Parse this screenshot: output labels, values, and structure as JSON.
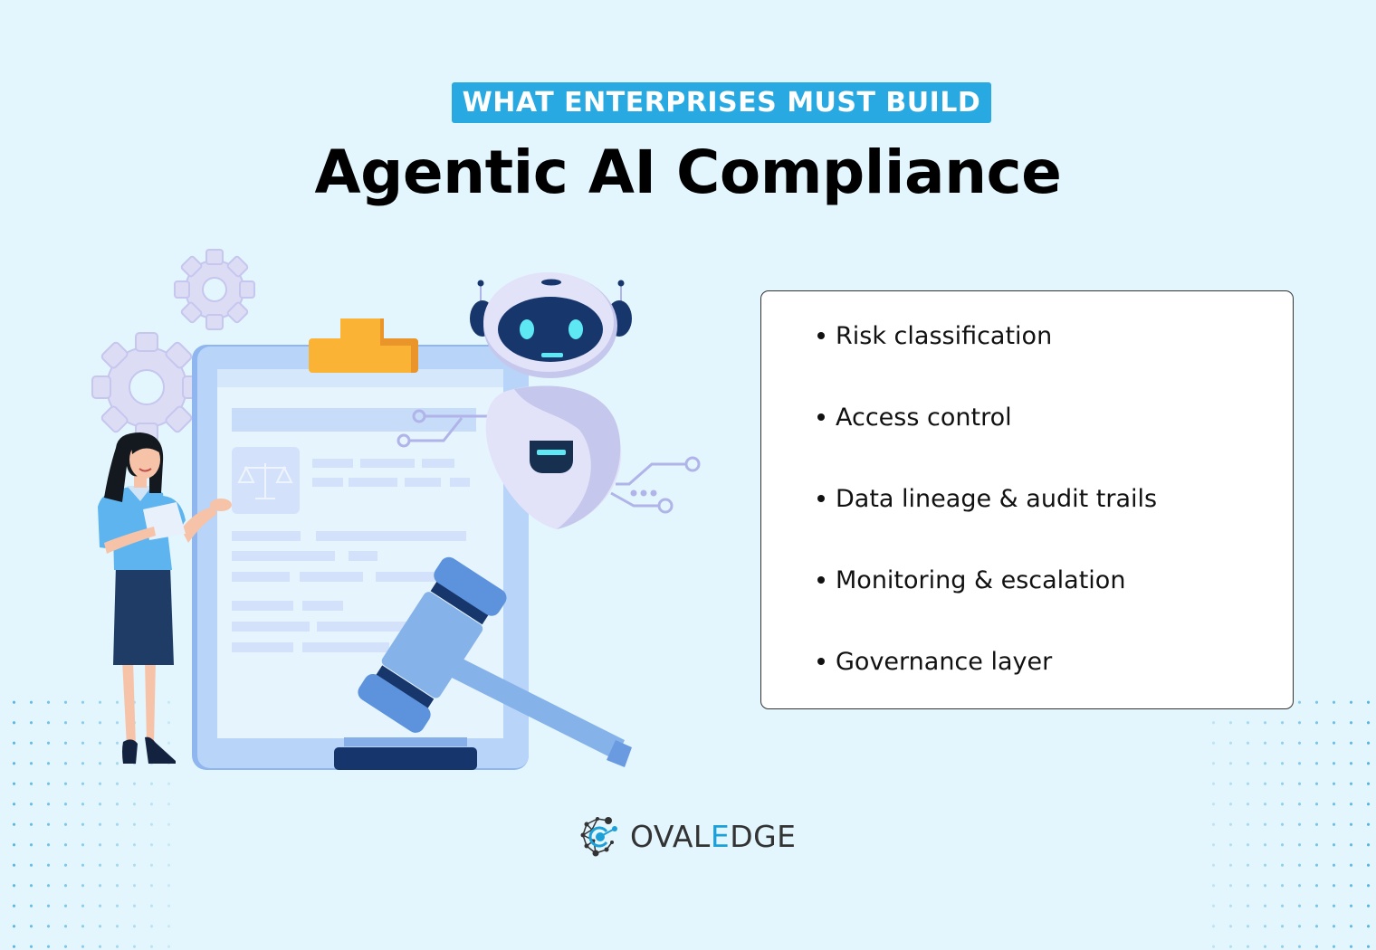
{
  "header": {
    "eyebrow": "WHAT ENTERPRISES MUST BUILD",
    "title": "Agentic AI Compliance"
  },
  "checklist": {
    "items": [
      {
        "label": "Risk classification"
      },
      {
        "label": "Access control"
      },
      {
        "label": "Data lineage & audit trails"
      },
      {
        "label": "Monitoring & escalation"
      },
      {
        "label": "Governance layer"
      }
    ]
  },
  "illustration": {
    "elements": [
      "gear-icon",
      "gear-icon",
      "clipboard",
      "scales-of-justice-icon",
      "robot",
      "gavel",
      "businesswoman"
    ]
  },
  "brand": {
    "logo_prefix": "OVAL",
    "logo_accent": "E",
    "logo_suffix": "DGE"
  },
  "colors": {
    "background": "#e3f6fd",
    "accent": "#29a9e1",
    "title": "#000000",
    "clipboard": "#b8d4f8",
    "clip": "#fbb335",
    "robot_face": "#17366b",
    "robot_eyes": "#5ee8f4"
  }
}
